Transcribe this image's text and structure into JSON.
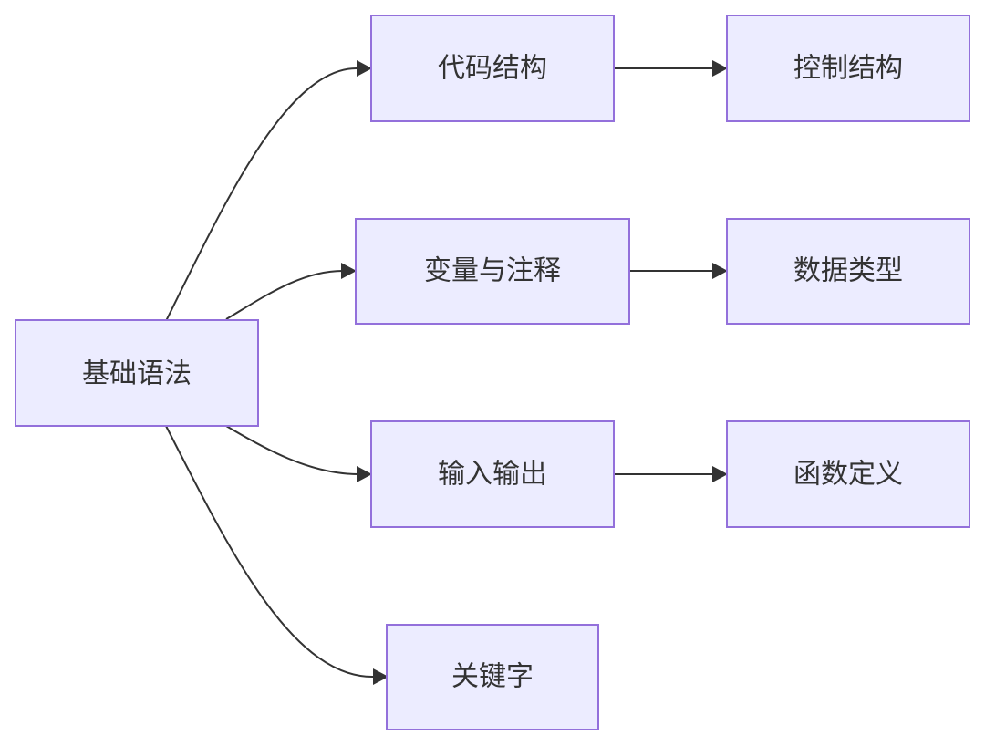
{
  "nodes": {
    "root": "基础语法",
    "code_structure": "代码结构",
    "control_structure": "控制结构",
    "variables_comments": "变量与注释",
    "data_types": "数据类型",
    "input_output": "输入输出",
    "function_definition": "函数定义",
    "keywords": "关键字"
  },
  "edges": [
    {
      "from": "root",
      "to": "code_structure"
    },
    {
      "from": "root",
      "to": "variables_comments"
    },
    {
      "from": "root",
      "to": "input_output"
    },
    {
      "from": "root",
      "to": "keywords"
    },
    {
      "from": "code_structure",
      "to": "control_structure"
    },
    {
      "from": "variables_comments",
      "to": "data_types"
    },
    {
      "from": "input_output",
      "to": "function_definition"
    }
  ],
  "colors": {
    "node_fill": "#ececff",
    "node_border": "#9370db",
    "edge": "#333333",
    "text": "#333333"
  }
}
